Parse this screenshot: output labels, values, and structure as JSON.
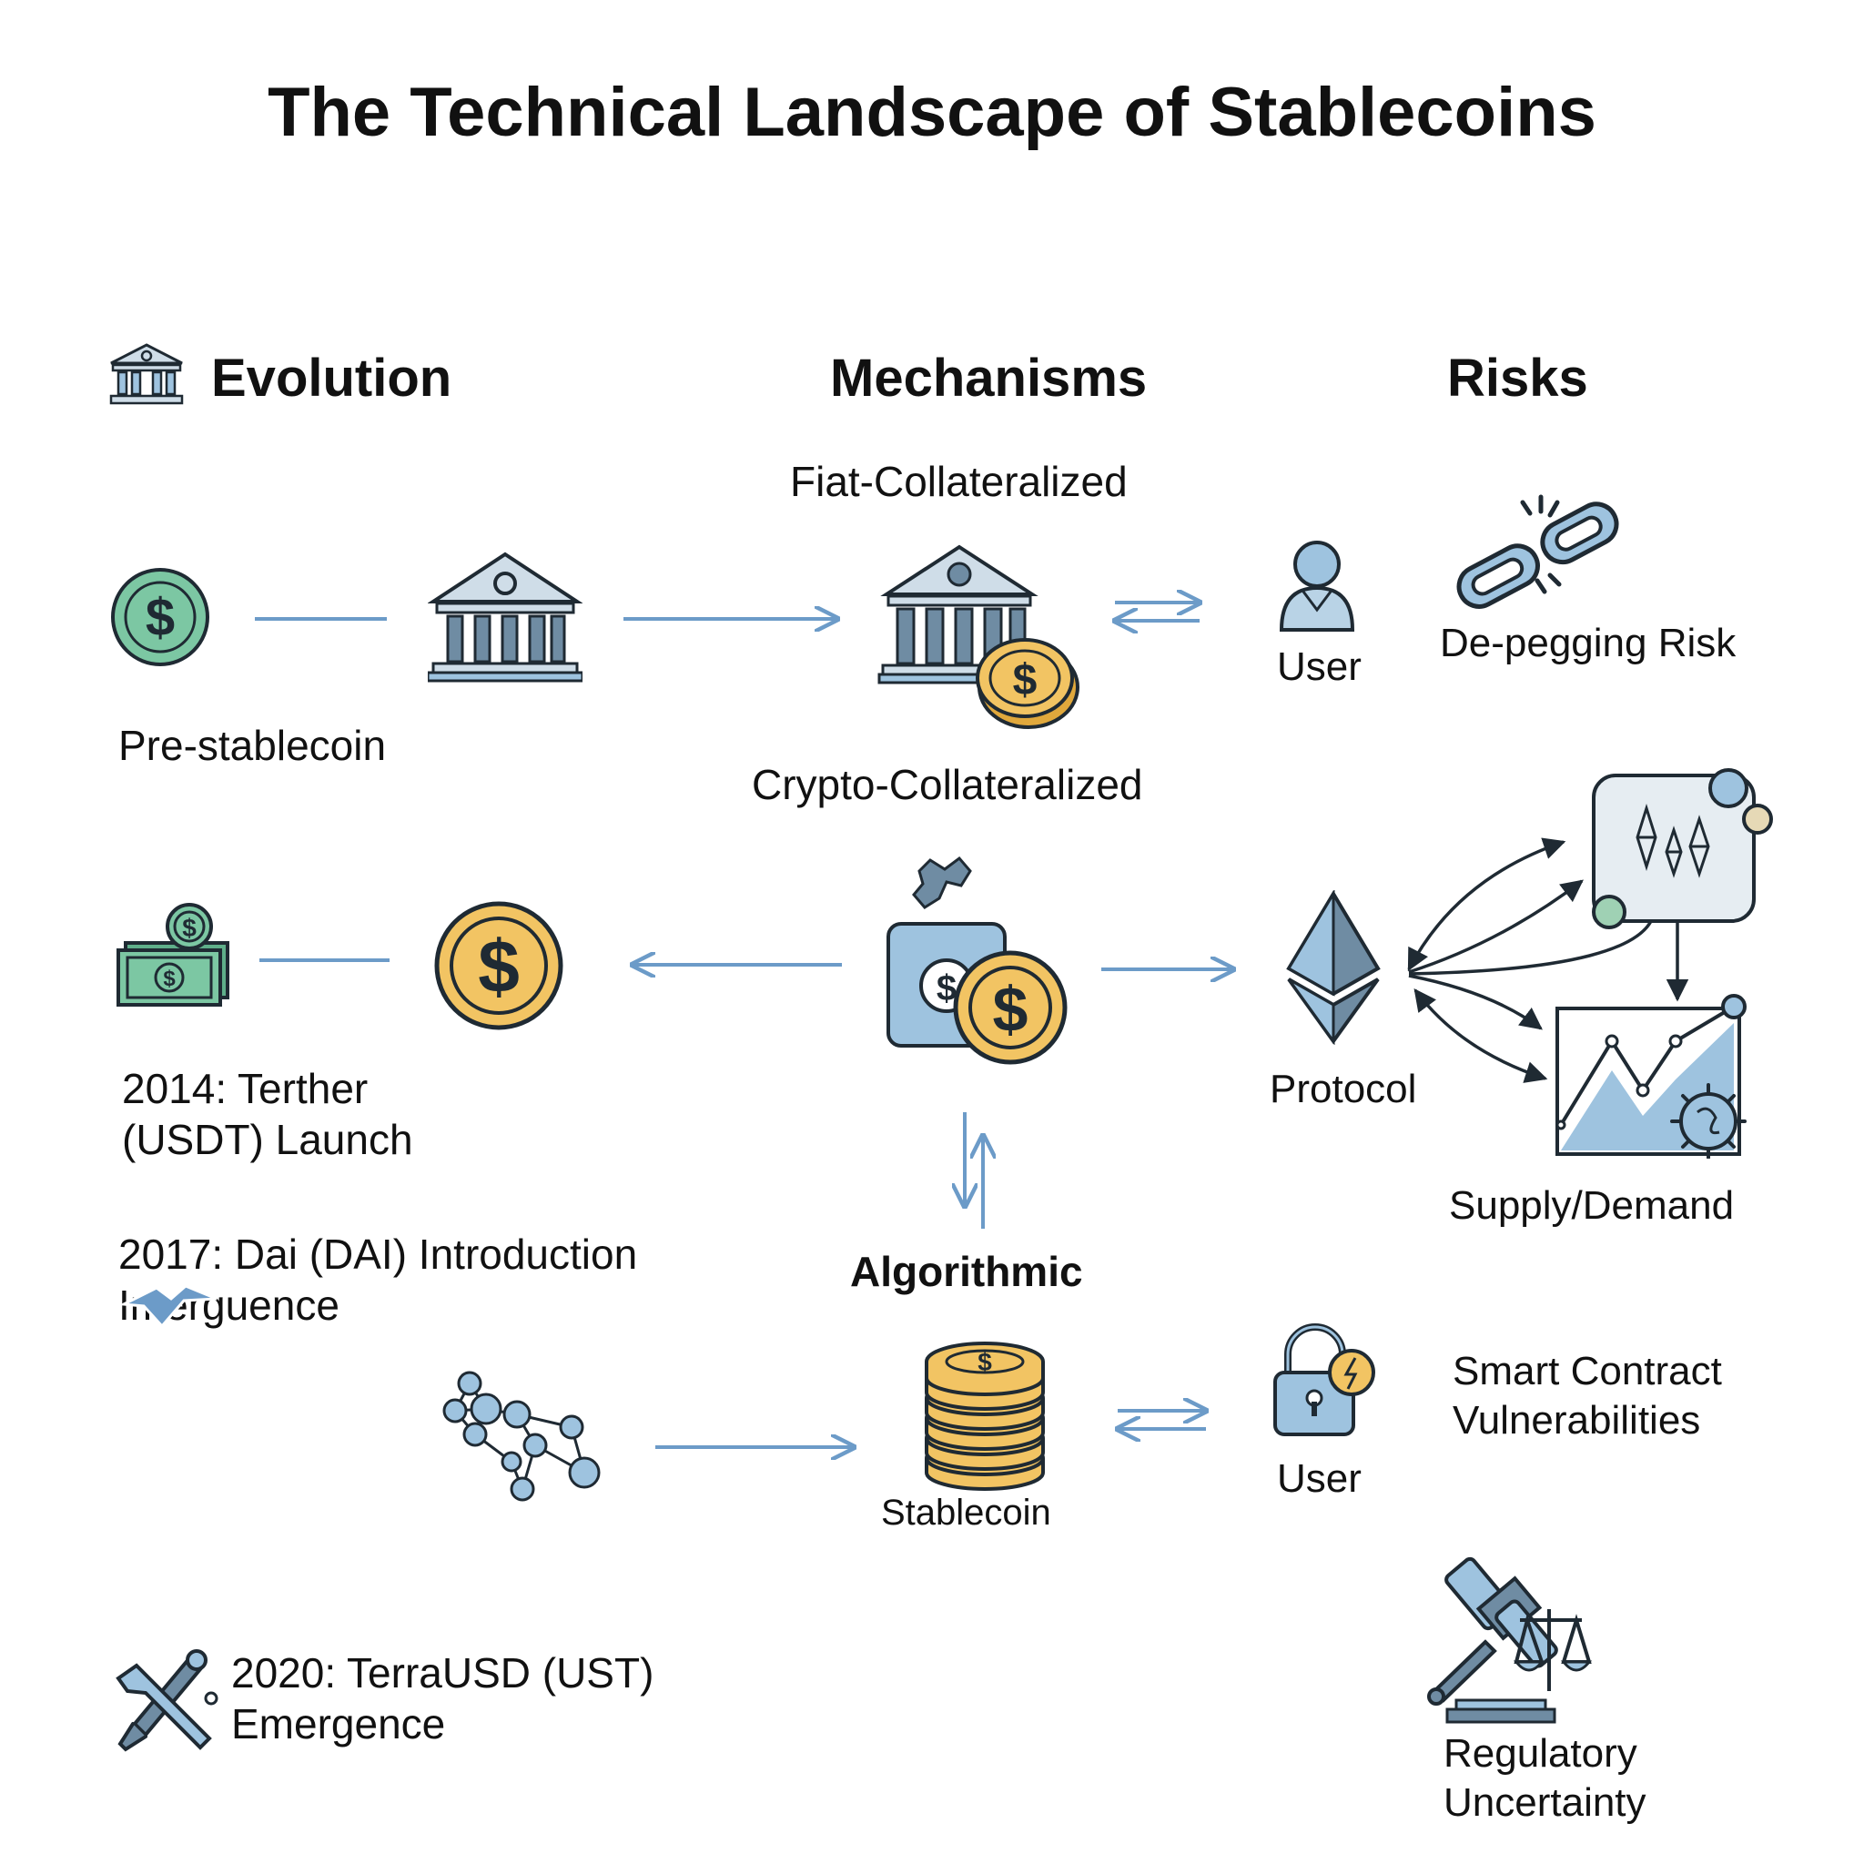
{
  "title": "The Technical Landscape of Stablecoins",
  "columns": {
    "evolution": "Evolution",
    "mechanisms": "Mechanisms",
    "risks": "Risks"
  },
  "evolution": {
    "pre_stablecoin": "Pre-stablecoin",
    "tether": "2014: Terther\n(USDT) Launch",
    "dai": "2017: Dai (DAI) Introduction\nImerguence",
    "terra": "2020: TerraUSD (UST)\nEmergence"
  },
  "mechanisms": {
    "fiat": "Fiat-Collateralized",
    "crypto": "Crypto-Collateralized",
    "algorithmic": "Algorithmic",
    "stablecoin": "Stablecoin"
  },
  "actors": {
    "user_top": "User",
    "protocol": "Protocol",
    "user_bottom": "User"
  },
  "risks": {
    "depeg": "De-pegging Risk",
    "supply_demand": "Supply/Demand",
    "smart_contract": "Smart Contract\nVulnerabilities",
    "regulatory": "Regulatory\nUncertainty"
  },
  "icons": [
    "bank-icon",
    "dollar-coin-icon",
    "bank-with-coin-icon",
    "user-icon",
    "broken-chain-icon",
    "cash-stack-icon",
    "vault-coin-icon",
    "ethereum-icon",
    "network-chart-icon",
    "supply-demand-chart-icon",
    "handshake-icon",
    "node-network-icon",
    "coin-stack-icon",
    "padlock-icon",
    "tools-icon",
    "gavel-scale-icon"
  ],
  "colors": {
    "blue_light": "#9ec3df",
    "blue_mid": "#6c9bc8",
    "gold": "#f2c463",
    "green": "#7cc7a3",
    "steel": "#6f8ca3",
    "ink": "#1f2a33"
  }
}
